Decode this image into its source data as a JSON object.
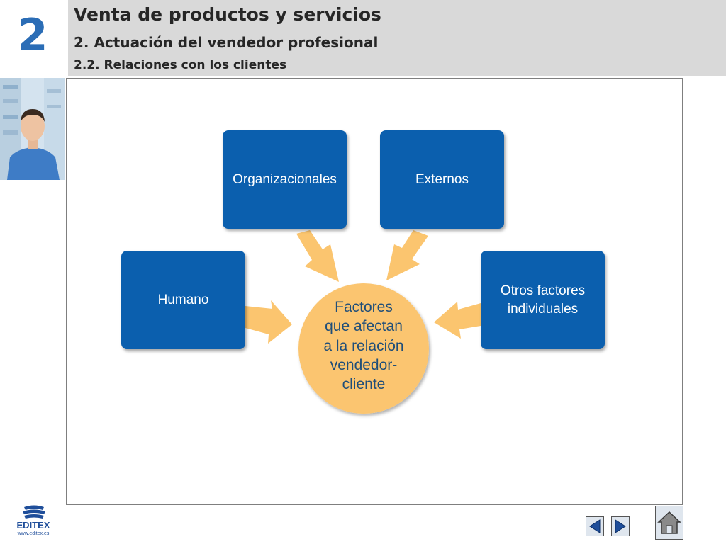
{
  "header": {
    "chapter_number": "2",
    "title": "Venta de productos y servicios",
    "subtitle": "2. Actuación del vendedor profesional",
    "section": "2.2. Relaciones con los clientes"
  },
  "diagram": {
    "center": "Factores\nque afectan\na la relación\nvendedor-\ncliente",
    "nodes": [
      "Humano",
      "Organizacionales",
      "Externos",
      "Otros factores individuales"
    ]
  },
  "footer": {
    "logo_text": "EDITEX",
    "logo_url": "www.editex.es"
  },
  "colors": {
    "accent": "#2b6db6",
    "node_fill": "#0b5fae",
    "center_fill": "#fbc56f",
    "arrow_fill": "#fbc56f",
    "header_band": "#d9d9d9"
  },
  "icons": [
    "previous-icon",
    "next-icon",
    "home-icon",
    "editex-logo-icon"
  ]
}
